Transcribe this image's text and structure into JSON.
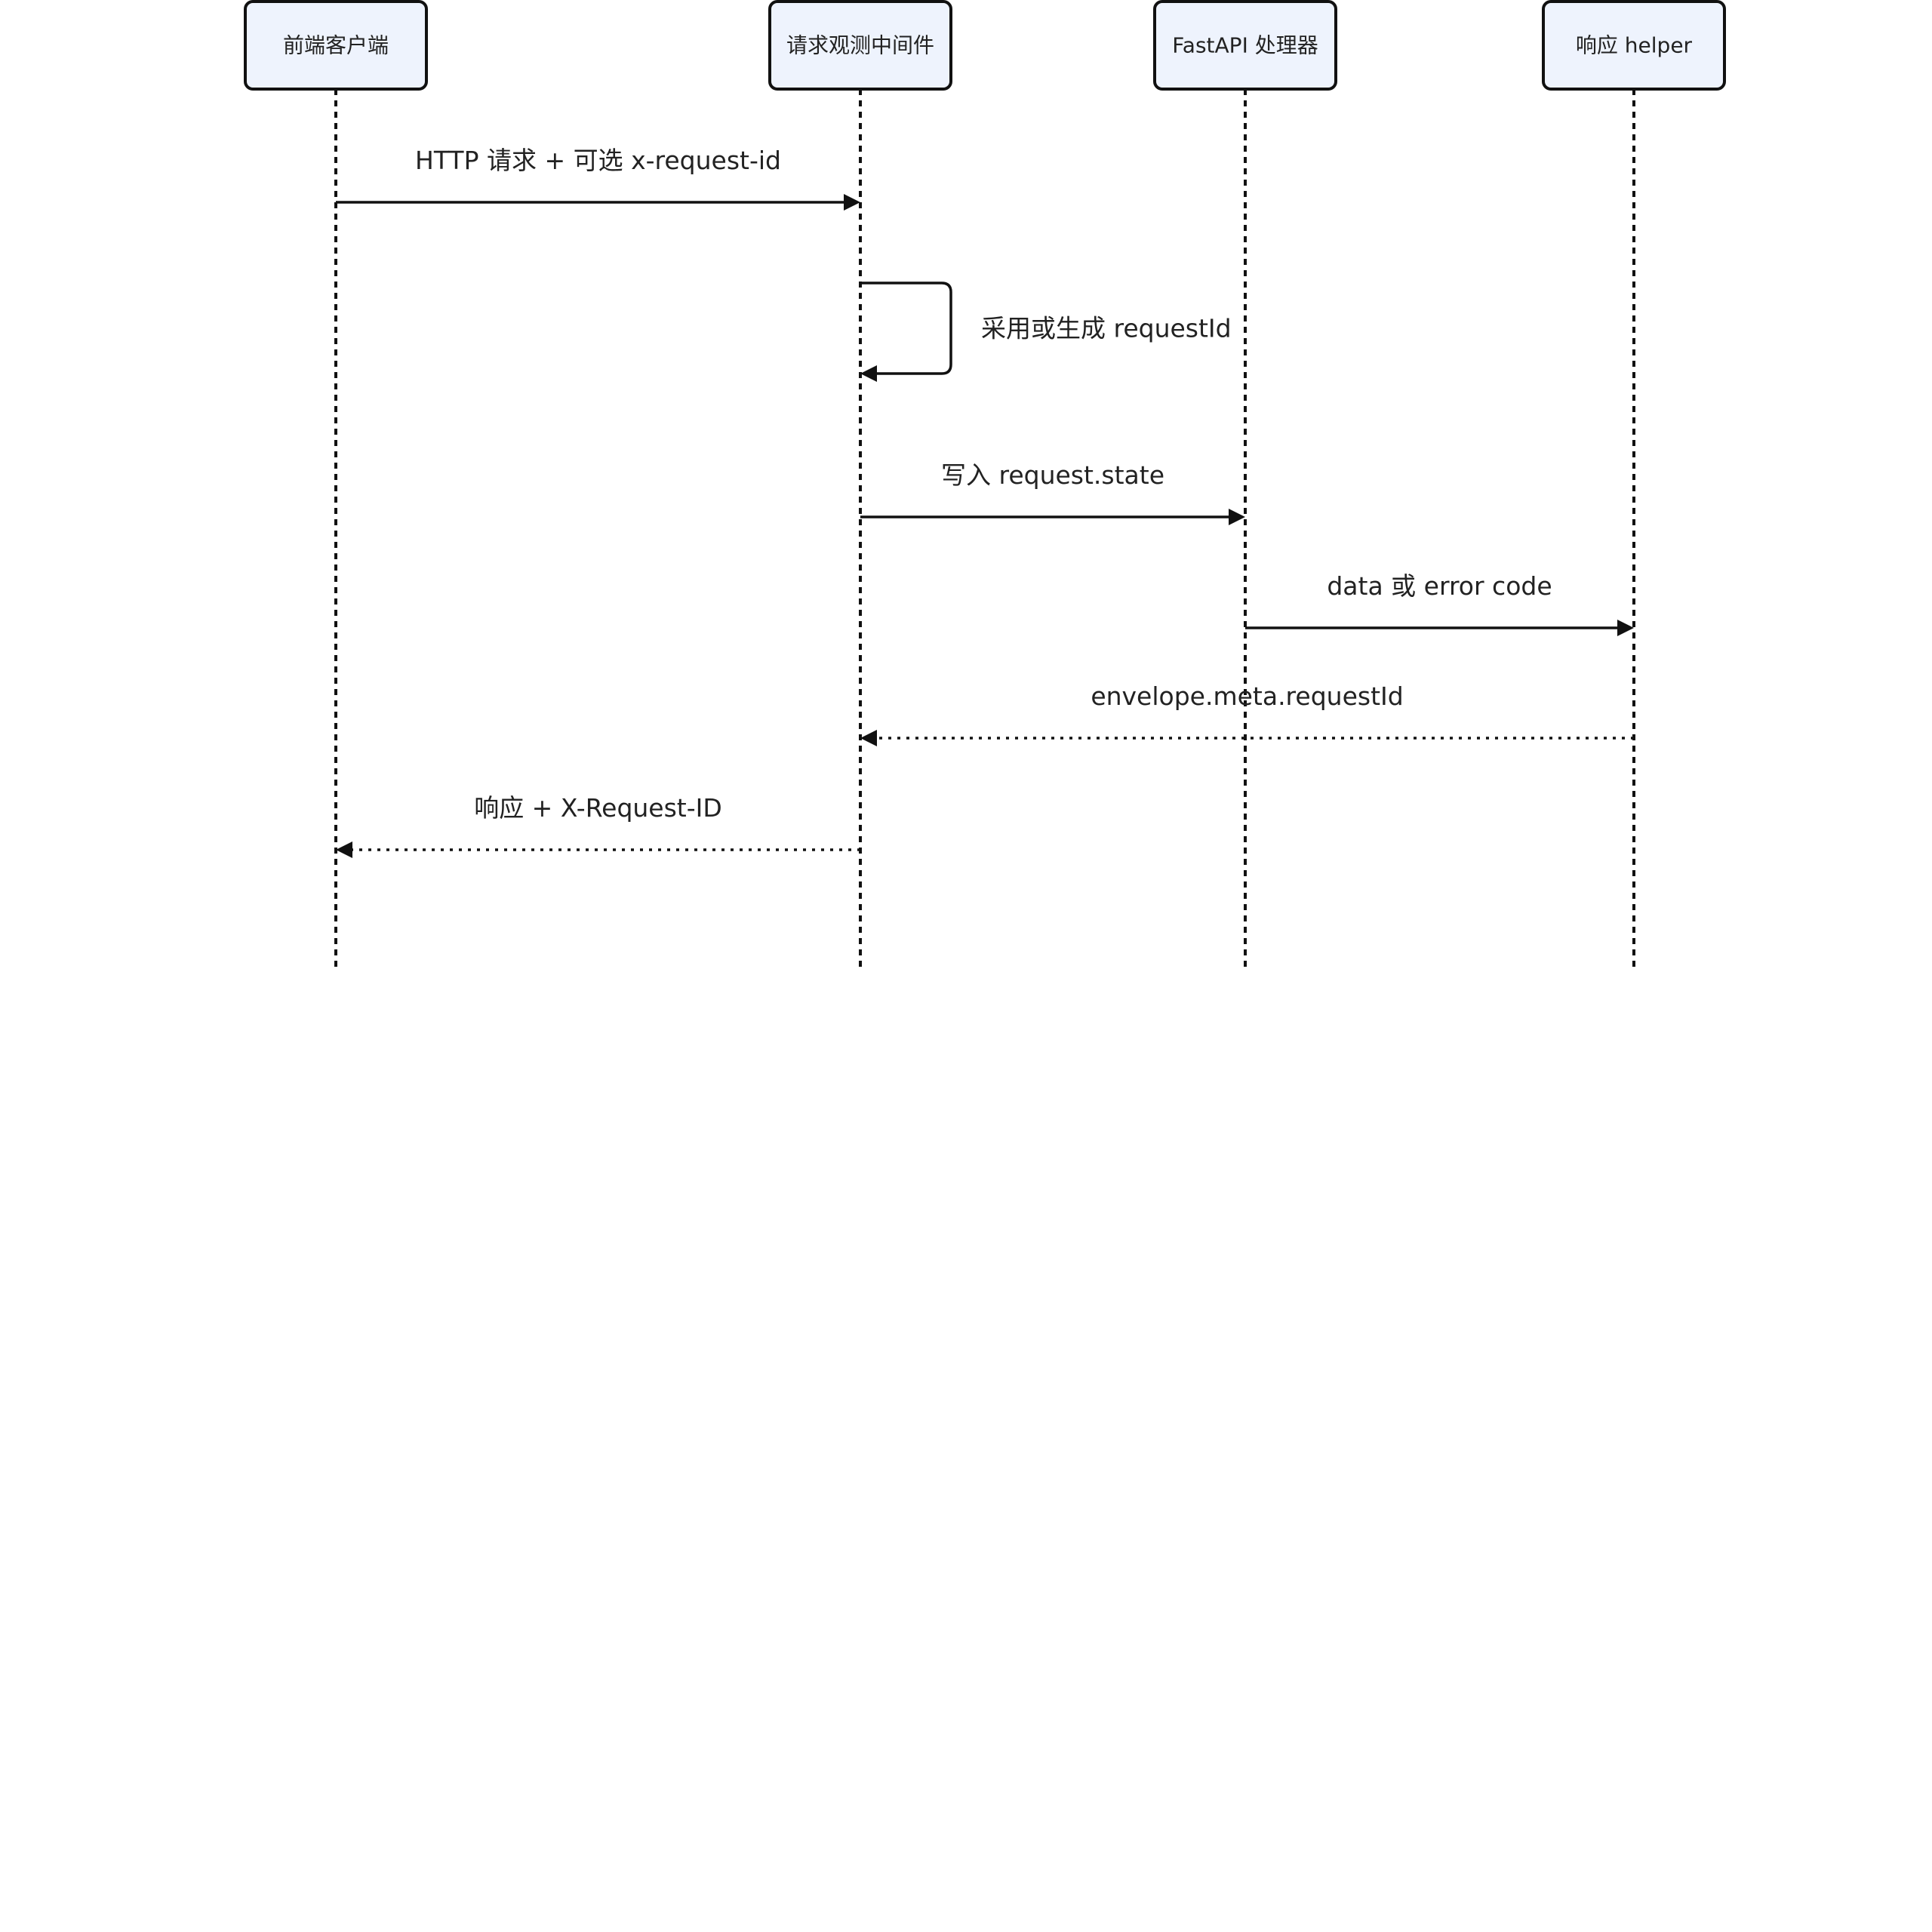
{
  "actors": [
    {
      "id": "client",
      "label": "前端客户端"
    },
    {
      "id": "middleware",
      "label": "请求观测中间件"
    },
    {
      "id": "handler",
      "label": "FastAPI 处理器"
    },
    {
      "id": "helper",
      "label": "响应 helper"
    }
  ],
  "messages": [
    {
      "from": "client",
      "to": "middleware",
      "label": "HTTP 请求 + 可选 x-request-id",
      "style": "solid"
    },
    {
      "from": "middleware",
      "to": "middleware",
      "label": "采用或生成 requestId",
      "style": "solid"
    },
    {
      "from": "middleware",
      "to": "handler",
      "label": "写入 request.state",
      "style": "solid"
    },
    {
      "from": "handler",
      "to": "helper",
      "label": "data 或 error code",
      "style": "solid"
    },
    {
      "from": "helper",
      "to": "middleware",
      "label": "envelope.meta.requestId",
      "style": "dotted"
    },
    {
      "from": "middleware",
      "to": "client",
      "label": "响应 + X-Request-ID",
      "style": "dotted"
    }
  ]
}
